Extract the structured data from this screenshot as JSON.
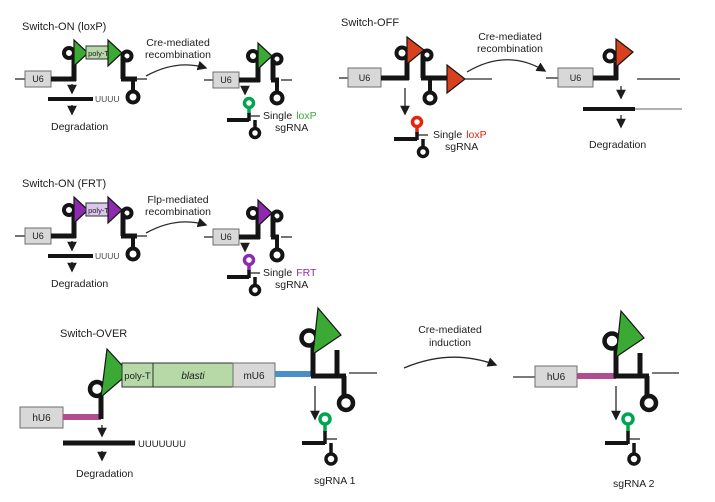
{
  "figure": {
    "colors": {
      "loxp_green": "#3aaa35",
      "loxp_red": "#d9411e",
      "red_text": "#e8220c",
      "frt_purple": "#8d2bb0",
      "magenta": "#b14e92",
      "blue": "#4a8fc5",
      "sgrna_loop_green": "#00a550",
      "emerald": "#1fa858",
      "box_gray": "#d8d8d8",
      "box_light_green": "#b7d9a8",
      "box_lavender": "#dcc7ec"
    },
    "panel_switch_on_loxp": {
      "title": "Switch-ON (loxP)",
      "promoter_label": "U6",
      "polyt_label": "poly-T",
      "process_line1": "Cre-mediated",
      "process_line2": "recombination",
      "poly_u": "UUUU",
      "degradation_label": "Degradation",
      "product_word1": "Single",
      "product_word2": "loxP",
      "product_line2": "sgRNA"
    },
    "panel_switch_off": {
      "title": "Switch-OFF",
      "promoter_label": "U6",
      "process_line1": "Cre-mediated",
      "process_line2": "recombination",
      "product_word1": "Single",
      "product_word2": "loxP",
      "product_line2": "sgRNA",
      "degradation_label": "Degradation"
    },
    "panel_switch_on_frt": {
      "title": "Switch-ON (FRT)",
      "promoter_label": "U6",
      "polyt_label": "poly-T",
      "process_line1": "Flp-mediated",
      "process_line2": "recombination",
      "poly_u": "UUUU",
      "degradation_label": "Degradation",
      "product_word1": "Single",
      "product_word2": "FRT",
      "product_line2": "sgRNA"
    },
    "panel_switch_over": {
      "title": "Switch-OVER",
      "promoter_label": "hU6",
      "polyt_label": "poly-T",
      "blasti_label": "blasti",
      "mu6_label": "mU6",
      "poly_u": "UUUUUUU",
      "degradation_label": "Degradation",
      "process_line1": "Cre-mediated",
      "process_line2": "induction",
      "sgrna1_label": "sgRNA 1",
      "sgrna2_label": "sgRNA 2"
    }
  }
}
